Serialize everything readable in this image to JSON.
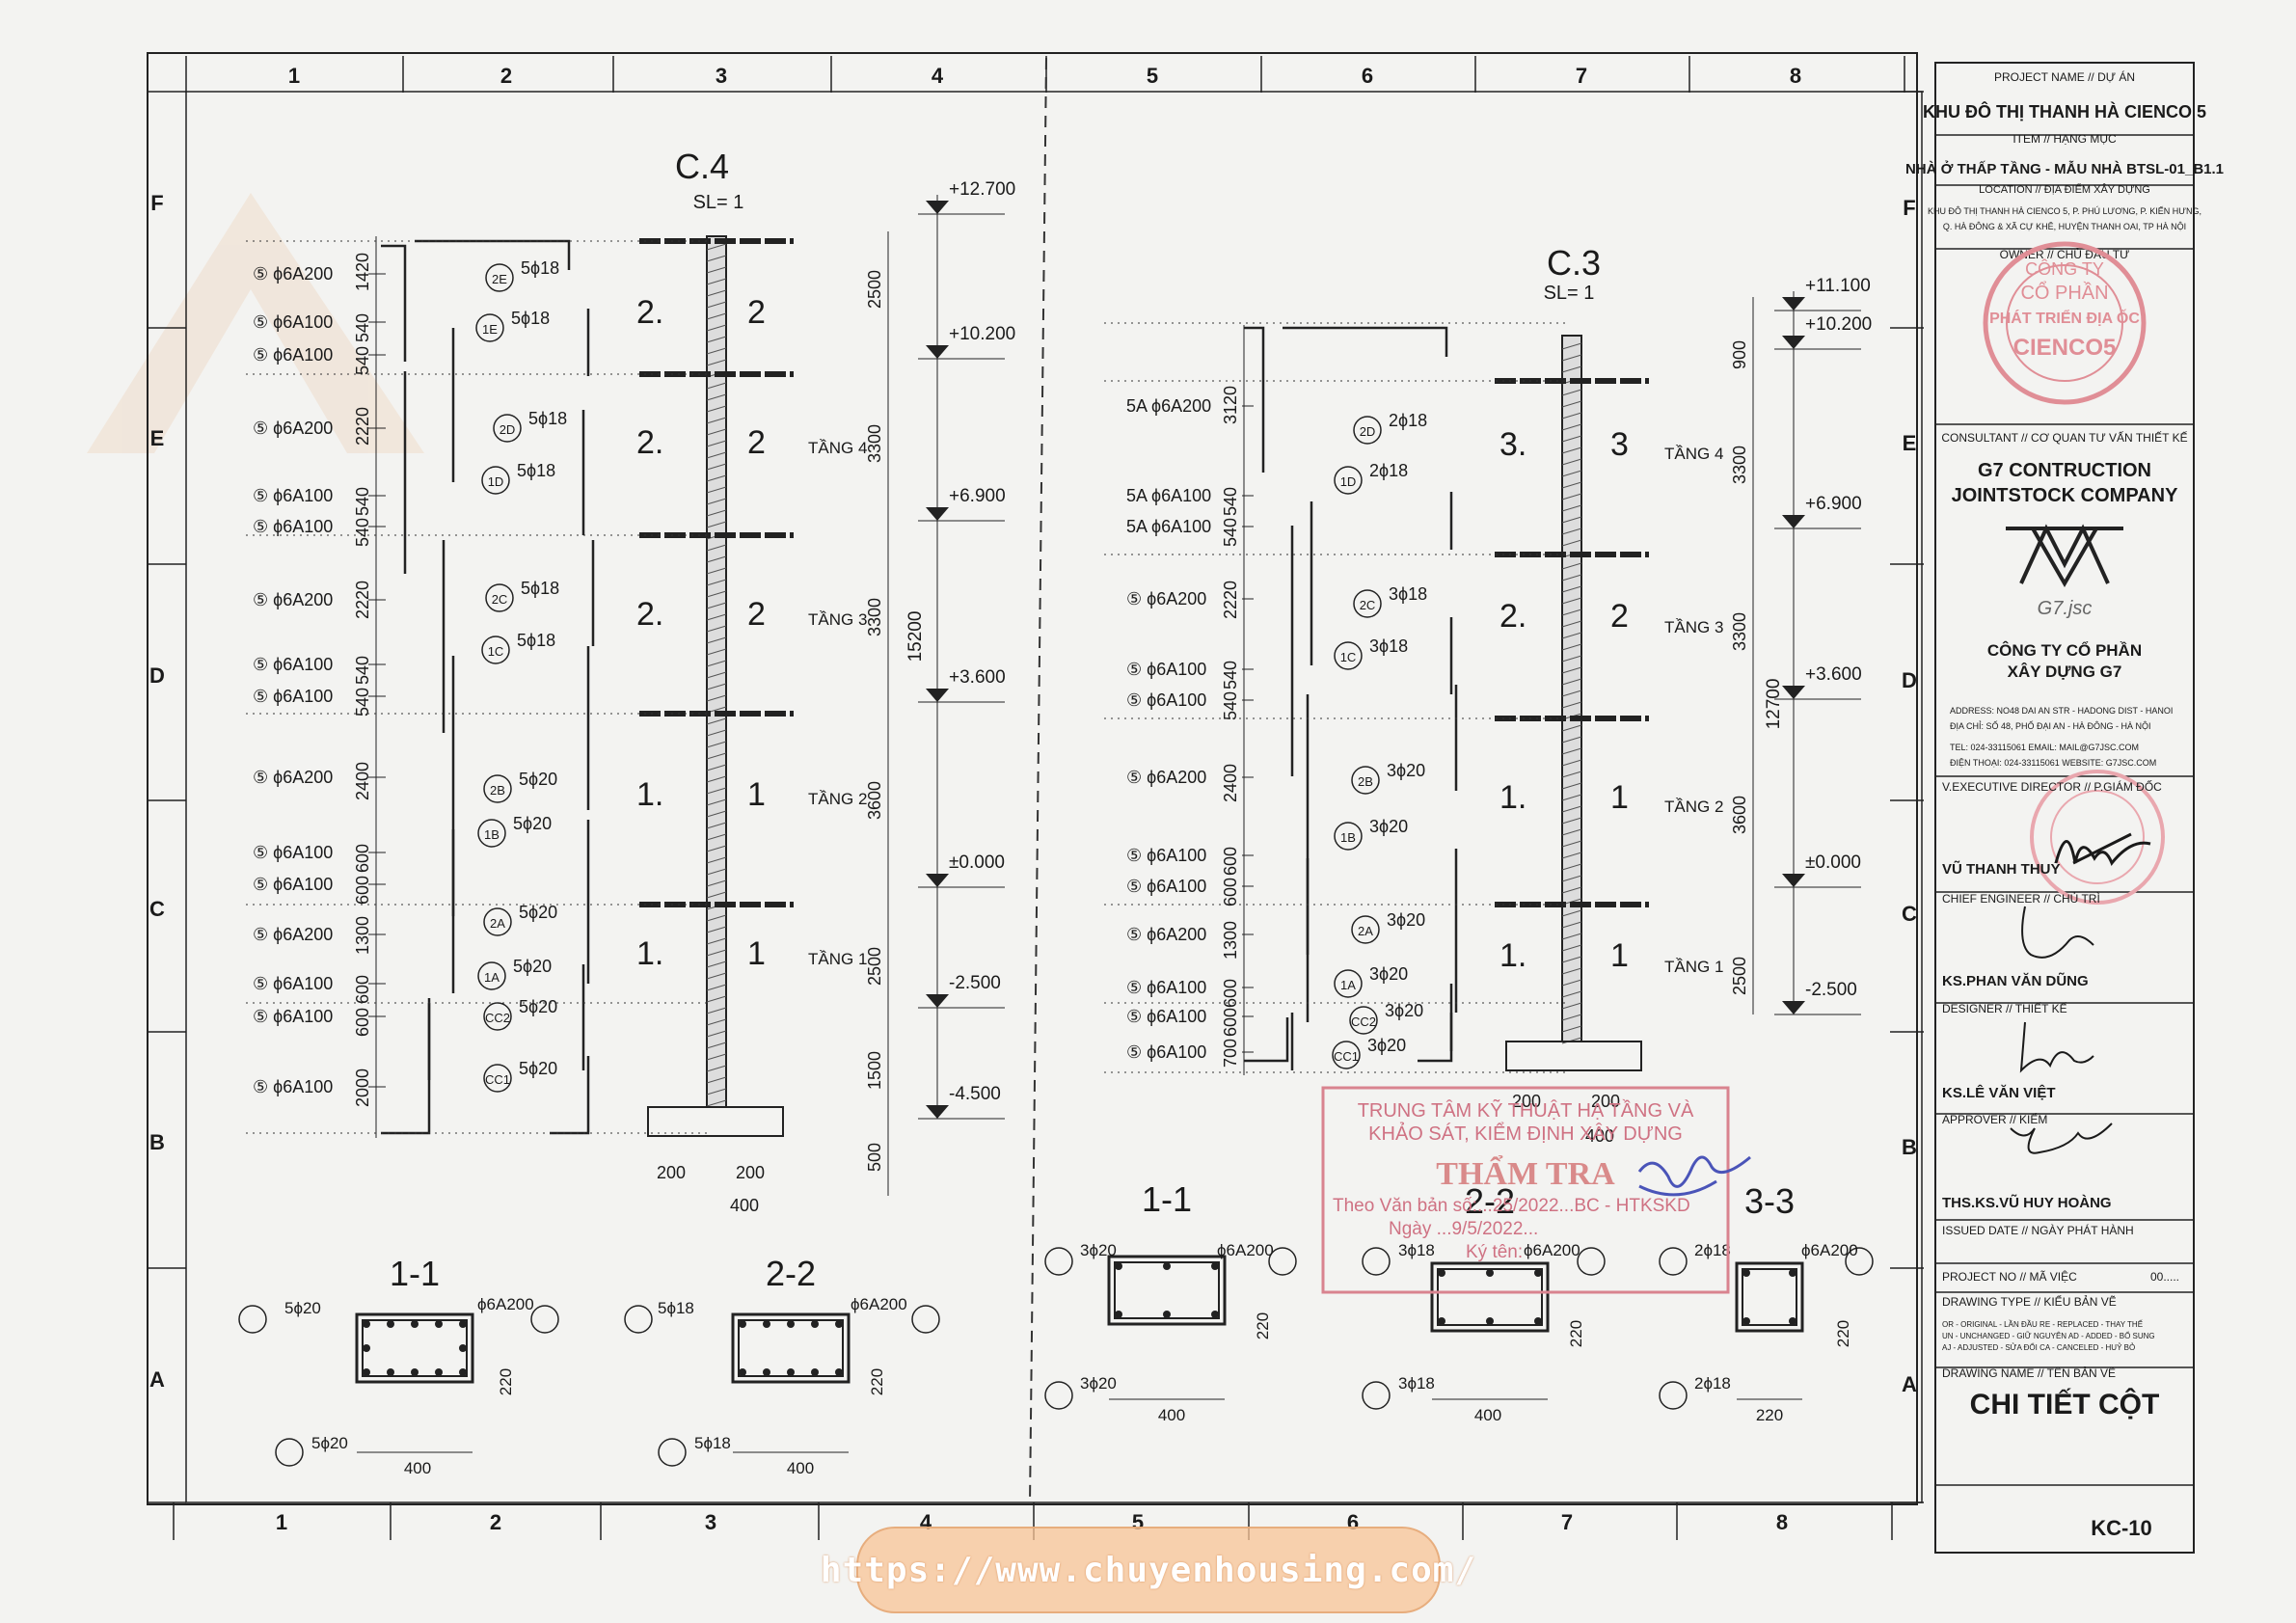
{
  "grid": {
    "cols": [
      "1",
      "2",
      "3",
      "4",
      "5",
      "6",
      "7",
      "8"
    ],
    "rows": [
      "F",
      "E",
      "D",
      "C",
      "B",
      "A"
    ]
  },
  "c4": {
    "title": "C.4",
    "sl": "SL= 1",
    "levels": [
      "+12.700",
      "+10.200",
      "+6.900",
      "+3.600",
      "±0.000",
      "-2.500",
      "-4.500"
    ],
    "spans": [
      "2500",
      "3300",
      "3300",
      "3600",
      "2500",
      "1500",
      "500"
    ],
    "total": "15200",
    "floors": [
      "TẦNG 4",
      "TẦNG 3",
      "TẦNG 2",
      "TẦNG 1"
    ],
    "stirrups": [
      "⑤ ϕ6A200",
      "⑤ ϕ6A100",
      "⑤ ϕ6A100",
      "⑤ ϕ6A200",
      "⑤ ϕ6A100",
      "⑤ ϕ6A100",
      "⑤ ϕ6A200",
      "⑤ ϕ6A100",
      "⑤ ϕ6A100",
      "⑤ ϕ6A200",
      "⑤ ϕ6A100",
      "⑤ ϕ6A100",
      "⑤ ϕ6A200",
      "⑤ ϕ6A100",
      "⑤ ϕ6A100",
      "⑤ ϕ6A100"
    ],
    "stirrupDims": [
      "1420",
      "540",
      "540",
      "2220",
      "540",
      "540",
      "2220",
      "540",
      "540",
      "2400",
      "600",
      "600",
      "1300",
      "600",
      "600",
      "2000"
    ],
    "bars": [
      "5ϕ18",
      "5ϕ18",
      "5ϕ18",
      "5ϕ18",
      "5ϕ18",
      "5ϕ18",
      "5ϕ20",
      "5ϕ20",
      "5ϕ20",
      "5ϕ20",
      "5ϕ20",
      "5ϕ20"
    ],
    "barTags": [
      "2E",
      "1E",
      "2D",
      "1D",
      "2C",
      "1C",
      "2B",
      "1B",
      "2A",
      "1A",
      "CC2",
      "CC1"
    ],
    "dim200a": "200",
    "dim200b": "200",
    "dim400": "400"
  },
  "c3": {
    "title": "C.3",
    "sl": "SL= 1",
    "levels": [
      "+11.100",
      "+10.200",
      "+6.900",
      "+3.600",
      "±0.000",
      "-2.500"
    ],
    "spans": [
      "900",
      "3300",
      "3300",
      "3600",
      "2500"
    ],
    "total": "12700",
    "floors": [
      "TẦNG 4",
      "TẦNG 3",
      "TẦNG 2",
      "TẦNG 1"
    ],
    "stirrups": [
      "5A ϕ6A200",
      "5A ϕ6A100",
      "5A ϕ6A100",
      "⑤ ϕ6A200",
      "⑤ ϕ6A100",
      "⑤ ϕ6A100",
      "⑤ ϕ6A200",
      "⑤ ϕ6A100",
      "⑤ ϕ6A100",
      "⑤ ϕ6A200",
      "⑤ ϕ6A100",
      "⑤ ϕ6A100",
      "⑤ ϕ6A100"
    ],
    "stirrupDims": [
      "3120",
      "540",
      "540",
      "2220",
      "540",
      "540",
      "2400",
      "600",
      "600",
      "1300",
      "600",
      "600",
      "700"
    ],
    "bars": [
      "2ϕ18",
      "2ϕ18",
      "3ϕ18",
      "3ϕ18",
      "3ϕ20",
      "3ϕ20",
      "3ϕ20",
      "3ϕ20",
      "3ϕ20",
      "3ϕ20"
    ],
    "barTags": [
      "2D",
      "1D",
      "2C",
      "1C",
      "2B",
      "1B",
      "2A",
      "1A",
      "CC2",
      "CC1"
    ],
    "dim200a": "200",
    "dim200b": "200",
    "dim400": "400"
  },
  "sections": [
    {
      "title": "1-1",
      "top": "5ϕ20",
      "bot": "5ϕ20",
      "stir": "ϕ6A200",
      "w": "400",
      "h": "220"
    },
    {
      "title": "2-2",
      "top": "5ϕ18",
      "bot": "5ϕ18",
      "stir": "ϕ6A200",
      "w": "400",
      "h": "220"
    },
    {
      "title": "1-1",
      "top": "3ϕ20",
      "bot": "3ϕ20",
      "stir": "ϕ6A200",
      "w": "400",
      "h": "220"
    },
    {
      "title": "2-2",
      "top": "3ϕ18",
      "bot": "3ϕ18",
      "stir": "ϕ6A200",
      "w": "400",
      "h": "220"
    },
    {
      "title": "3-3",
      "top": "2ϕ18",
      "bot": "2ϕ18",
      "stir": "ϕ6A200",
      "w": "220",
      "h": "220"
    }
  ],
  "stamp": {
    "line1": "TRUNG TÂM KỸ THUẬT HẠ TẦNG VÀ",
    "line2": "KHẢO SÁT, KIỂM ĐỊNH XÂY DỰNG",
    "title": "THẨM TRA",
    "line3": "Theo Văn bản số:...25/2022...BC - HTKSKD",
    "line4": "Ngày ...9/5/2022...",
    "line5": "Ký tên:"
  },
  "titleblock": {
    "project_label": "PROJECT NAME // DỰ ÁN",
    "project": "KHU ĐÔ THỊ THANH HÀ CIENCO 5",
    "item_label": "ITEM // HẠNG MỤC",
    "item": "NHÀ Ở THẤP TẦNG - MẪU NHÀ BTSL-01_B1.1",
    "location_label": "LOCATION // ĐỊA ĐIỂM XÂY DỰNG",
    "location1": "KHU ĐÔ THỊ THANH HÀ CIENCO 5, P. PHÚ LƯƠNG, P. KIẾN HƯNG,",
    "location2": "Q. HÀ ĐÔNG & XÃ CỰ KHÊ, HUYỆN THANH OAI, TP HÀ NỘI",
    "owner_label": "OWNER // CHỦ ĐẦU TƯ",
    "owner_seal1": "CÔNG TY",
    "owner_seal2": "CỔ PHẦN",
    "owner_seal3": "PHÁT TRIỂN ĐỊA ỐC",
    "owner_seal4": "CIENCO5",
    "consultant_label": "CONSULTANT // CƠ QUAN TƯ VẤN THIẾT KẾ",
    "consultant1": "G7 CONTRUCTION",
    "consultant2": "JOINTSTOCK COMPANY",
    "logo_text": "G7.jsc",
    "company1": "CÔNG TY CỔ PHẦN",
    "company2": "XÂY DỰNG G7",
    "address1": "ADDRESS:      NO48 DAI AN STR - HADONG DIST - HANOI",
    "address2": "ĐỊA CHỈ:      SỐ 48, PHỐ ĐẠI AN - HÀ ĐÔNG - HÀ NỘI",
    "tel": "TEL:   024-33115061   EMAIL: MAIL@G7JSC.COM",
    "phone": "ĐIỆN THOẠI: 024-33115061  WEBSITE:  G7JSC.COM",
    "director_label": "V.EXECUTIVE DIRECTOR // P.GIÁM ĐỐC",
    "director": "VŨ THANH THUÝ",
    "chief_label": "CHIEF ENGINEER // CHỦ TRÌ",
    "chief": "KS.PHAN VĂN DŨNG",
    "designer_label": "DESIGNER // THIẾT KẾ",
    "designer": "KS.LÊ VĂN VIỆT",
    "approver_label": "APPROVER // KIỂM",
    "approver": "THS.KS.VŨ HUY HOÀNG",
    "issued_label": "ISSUED DATE // NGÀY PHÁT HÀNH",
    "projno_label": "PROJECT NO // MÃ VIỆC",
    "projno_value": "00.....",
    "dtype_label": "DRAWING TYPE // KIỂU BẢN VẼ",
    "dtype1": "OR - ORIGINAL   - LẦN ĐẦU        RE - REPLACED  - THAY THẾ",
    "dtype2": "UN - UNCHANGED - GIỮ NGUYÊN     AD - ADDED     - BỔ SUNG",
    "dtype3": "AJ - ADJUSTED   - SỬA ĐỔI        CA - CANCELED  - HUỶ BỎ",
    "dname_label": "DRAWING NAME // TÊN BẢN VẼ",
    "dname": "CHI TIẾT CỘT",
    "sheet": "KC-10"
  },
  "watermark_url": "https://www.chuyenhousing.com/"
}
